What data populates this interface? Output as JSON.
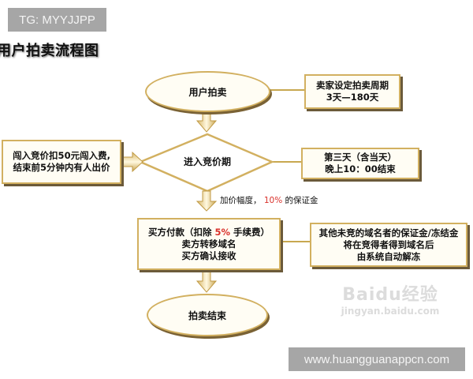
{
  "tag_top": "TG: MYYJJPP",
  "title": "用户拍卖流程图",
  "nodes": {
    "start": "用户拍卖",
    "seller_period": [
      "卖家设定拍卖周期",
      "3天—180天"
    ],
    "entry_fee": [
      "闯入竞价扣50元闯入费,",
      "结束前5分钟内有人出价"
    ],
    "bidding": "进入竞价期",
    "third_day": [
      "第三天（含当天）",
      "晚上10：00结束"
    ],
    "increment_note": {
      "prefix": "加价幅度，",
      "percent": "10%",
      "suffix": " 的保证金"
    },
    "payment": {
      "line1_prefix": "买方付款（扣除 ",
      "line1_percent": "5%",
      "line1_suffix": " 手续费）",
      "line2": "卖方转移域名",
      "line3": "买方确认接收"
    },
    "refund": [
      "其他未竞的域名者的保证金/冻结金",
      "将在竞得者得到域名后",
      "由系统自动解冻"
    ],
    "end": "拍卖结束"
  },
  "watermark": {
    "logo": "Baidu经验",
    "url": "jingyan.baidu.com"
  },
  "tag_bottom": "www.huangguanappcn.com",
  "colors": {
    "border": "#d2b060",
    "accent_red": "#d9302a",
    "tag_bg": "#a6a6a6"
  }
}
